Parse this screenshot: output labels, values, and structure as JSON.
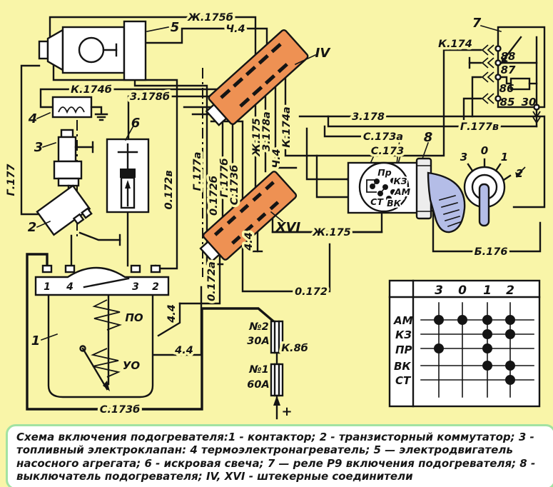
{
  "colors": {
    "bg": "#f9f5a8",
    "ink": "#141414",
    "connector_orange": "#ee9153",
    "handle_blue": "#b4bde7",
    "caption_border": "#a2e3a2"
  },
  "caption": {
    "text": "Схема включения подогревателя:1 - контактор; 2 - транзисторный коммутатор; 3 - топливный электроклапан: 4 термоэлектронагреватель; 5 — электродвигатель насосного агрегата; 6 - искровая свеча; 7 — реле Р9 включения подогревателя; 8 - выключатель подогревателя; IV, XVI - штекерные соединители"
  },
  "component_numbers": {
    "contactor": "1",
    "commutator": "2",
    "valve": "3",
    "heater": "4",
    "motor": "5",
    "spark": "6",
    "relay": "7",
    "switch": "8"
  },
  "connectors": {
    "iv": "IV",
    "xvi": "XVI"
  },
  "wire_labels": {
    "zh175b": "Ж.175б",
    "ch4_top": "Ч.4",
    "k174b": "К.174б",
    "z178b": "3.178б",
    "g177": "Г.177",
    "o172v": "0.172в",
    "g177a": "Г.177а",
    "o172b": "0.172б",
    "g177b": "Г.177б",
    "s173b_v": "С.173б",
    "zh175_v": "Ж.175",
    "z178a": "3.178а",
    "ch4_v": "Ч.4",
    "k174a": "К.174а",
    "ch44_stub": "4.4",
    "o172a": "0.172а",
    "ch44_v": "4.4",
    "ch44_h": "4.4",
    "s173b_bottom": "С.173б",
    "o172": "0.172",
    "k8b": "К.8б",
    "zh175_sw": "Ж.175",
    "s173a": "С.173а",
    "s173": "С.173",
    "z178": "3.178",
    "g177v": "Г.177в",
    "k174": "К.174",
    "b176": "Б.176",
    "plus": "+"
  },
  "contactor": {
    "terminals": [
      "1",
      "4",
      "3",
      "2"
    ],
    "coils": [
      "ПО",
      "УО"
    ]
  },
  "relay": {
    "contacts": [
      "88",
      "87",
      "86",
      "85",
      "30"
    ]
  },
  "switch_pins": [
    "Пр",
    "КЗ",
    "АМ",
    "ВК",
    "СТ"
  ],
  "rotary_positions": [
    "3",
    "0",
    "1",
    "2"
  ],
  "fuses": [
    {
      "no": "№2",
      "amp": "30А"
    },
    {
      "no": "№1",
      "amp": "60А"
    }
  ],
  "table": {
    "columns": [
      "3",
      "0",
      "1",
      "2"
    ],
    "rows": [
      {
        "name": "АМ",
        "dots": [
          1,
          1,
          1,
          1
        ]
      },
      {
        "name": "КЗ",
        "dots": [
          0,
          0,
          1,
          1
        ]
      },
      {
        "name": "ПР",
        "dots": [
          1,
          0,
          1,
          0
        ]
      },
      {
        "name": "ВК",
        "dots": [
          0,
          0,
          1,
          1
        ]
      },
      {
        "name": "СТ",
        "dots": [
          0,
          0,
          0,
          1
        ]
      }
    ]
  }
}
